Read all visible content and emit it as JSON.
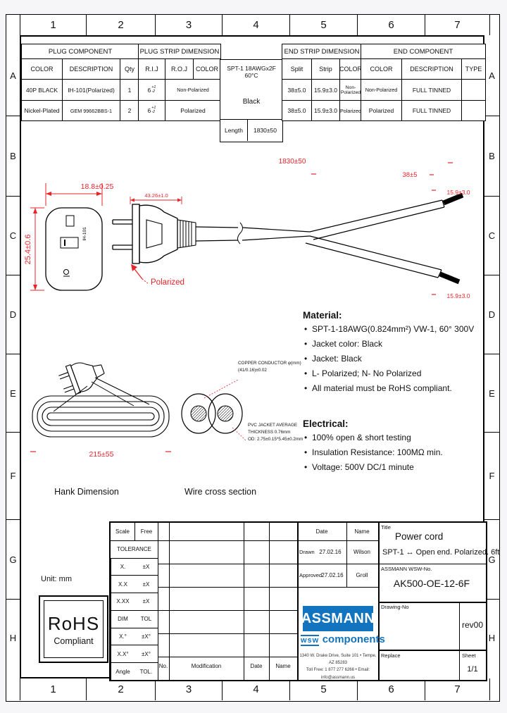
{
  "colors": {
    "dimension_red": "#e8232a",
    "logo_blue": "#1274be"
  },
  "frame": {
    "columns": [
      "1",
      "2",
      "3",
      "4",
      "5",
      "6",
      "7"
    ],
    "rows": [
      "A",
      "B",
      "C",
      "D",
      "E",
      "F",
      "G",
      "H"
    ]
  },
  "tables": {
    "plug_component": {
      "title": "PLUG COMPONENT",
      "headers": [
        "COLOR",
        "DESCRIPTION",
        "Qty"
      ],
      "rows": [
        {
          "color": "40P BLACK",
          "desc": "IH-101(Polarized)",
          "qty": "1"
        },
        {
          "color": "Nickel-Plated",
          "desc": "GEM 99662BBS-1",
          "qty": "2"
        }
      ]
    },
    "plug_strip": {
      "title": "PLUG STRIP DIMENSION",
      "headers": [
        "R.I.J",
        "R.O.J",
        "COLOR"
      ],
      "rows": [
        {
          "rij": "6",
          "tol_top": "+1",
          "tol_bottom": "-2",
          "color": "Non-Polarized"
        },
        {
          "rij": "6",
          "tol_top": "+1",
          "tol_bottom": "-2",
          "color": "Polarized"
        }
      ]
    },
    "spec_box": {
      "line1": "SPT-1 18AWGx2F 60°C",
      "color": "Black",
      "length_label": "Length",
      "length_value": "1830±50"
    },
    "end_strip": {
      "title": "END STRIP DIMENSION",
      "headers": [
        "Split",
        "Strip",
        "COLOR"
      ],
      "rows": [
        {
          "split": "38±5.0",
          "strip": "15.9±3.0",
          "color": "Non-Polarized"
        },
        {
          "split": "38±5.0",
          "strip": "15.9±3.0",
          "color": "Polarized"
        }
      ]
    },
    "end_component": {
      "title": "END COMPONENT",
      "headers": [
        "COLOR",
        "DESCRIPTION",
        "TYPE"
      ],
      "rows": [
        {
          "color": "Non-Polarized",
          "desc": "FULL TINNED",
          "type": ""
        },
        {
          "color": "Polarized",
          "desc": "FULL TINNED",
          "type": ""
        }
      ]
    }
  },
  "drawing": {
    "dim_plug_width": "18.8±0.25",
    "dim_plug_height": "25.4±0.6",
    "dim_plug_depth": "43.26±1.0",
    "dim_cable_length": "1830±50",
    "dim_split": "38±5",
    "dim_strip_top": "15.9±3.0",
    "dim_strip_bottom": "15.9±3.0",
    "polarized_label": "Polarized",
    "plug_marking": "IH-101",
    "dim_hank": "215±55",
    "caption_hank": "Hank Dimension",
    "caption_cross": "Wire cross section",
    "cross_conductor_line1": "COPPER CONDUCTOR φ(mm)",
    "cross_conductor_line2": "(41/0.16)±0.02",
    "cross_jacket_line1": "PVC JACKET AVERAGE",
    "cross_jacket_line2": "THICKNESS 0.76mm",
    "cross_jacket_line3": "OD: 2.75±0.15*5.45±0.2mm"
  },
  "material": {
    "title": "Material:",
    "items": [
      "SPT-1-18AWG(0.824mm²) VW-1, 60° 300V",
      "Jacket color: Black",
      "Jacket: Black",
      "L- Polarized; N- No Polarized",
      "All material must be RoHS compliant."
    ]
  },
  "electrical": {
    "title": "Electrical:",
    "items": [
      "100% open & short testing",
      "Insulation Resistance: 100MΩ min.",
      "Voltage: 500V DC/1 minute"
    ]
  },
  "titleblock": {
    "scale_label": "Scale",
    "scale_value": "Free",
    "tolerance_label": "TOLERANCE",
    "tol_rows": [
      {
        "l": "X.",
        "r": "±X"
      },
      {
        "l": "X.X",
        "r": "±X"
      },
      {
        "l": "X.XX",
        "r": "±X"
      },
      {
        "l": "DIM",
        "r": "TOL"
      },
      {
        "l": "X.°",
        "r": "±X°"
      },
      {
        "l": "X.X°",
        "r": "±X°"
      },
      {
        "l": "Angle",
        "r": "TOL."
      }
    ],
    "mod_headers": {
      "no": "No.",
      "modification": "Modification",
      "date": "Date",
      "name": "Name"
    },
    "date_header": "Date",
    "name_header": "Name",
    "title_label": "Title",
    "drawn_label": "Drawn",
    "drawn_date": "27.02.16",
    "drawn_name": "Wilson",
    "approved_label": "Approved",
    "approved_date": "27.02.16",
    "approved_name": "Groll",
    "title_line1": "Power cord",
    "title_line2": "SPT-1 ↔ Open end. Polarized. 6ft",
    "wsw_label": "ASSMANN WSW-No.",
    "part_number": "AK500-OE-12-6F",
    "drawing_no_label": "Drawing-No",
    "rev": "rev00",
    "replace_label": "Replace",
    "sheet_label": "Sheet",
    "sheet_value": "1/1"
  },
  "logo": {
    "name": "ASSMANN",
    "wsw": "wsw",
    "components": "components",
    "address1": "1340 W. Drake Drive, Suite 101 • Tempe, AZ 85283",
    "address2": "Toll Free: 1 877 277 6266 • Email: info@assmann.us"
  },
  "misc": {
    "unit": "Unit: mm",
    "rohs_line1": "RoHS",
    "rohs_line2": "Compliant"
  }
}
